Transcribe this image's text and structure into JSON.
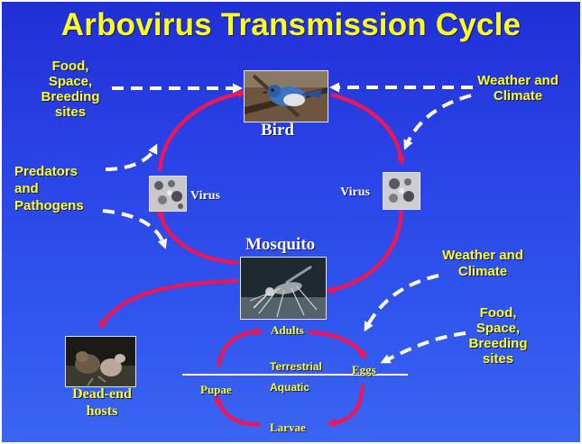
{
  "title": "Arbovirus Transmission Cycle",
  "nodes": {
    "bird": "Bird",
    "mosquito": "Mosquito",
    "virus_left": "Virus",
    "virus_right": "Virus",
    "dead_end": "Dead-end\nhosts",
    "adults": "Adults",
    "eggs": "Eggs",
    "pupae": "Pupae",
    "larvae": "Larvae"
  },
  "habitat": {
    "terrestrial": "Terrestrial",
    "aquatic": "Aquatic"
  },
  "factors": {
    "food_top": "Food,\nSpace,\nBreeding\nsites",
    "weather_top": "Weather and\nClimate",
    "predators": "Predators\nand\nPathogens",
    "weather_bottom": "Weather and\nClimate",
    "food_bottom": "Food,\nSpace,\nBreeding\nsites"
  },
  "colors": {
    "background": "#2a43e6",
    "title": "#ffff1a",
    "cycle_arrow": "#e8185a",
    "dashed_arrow": "#ffffff",
    "node_label": "#ffffff",
    "factor_label": "#ffff1a"
  }
}
